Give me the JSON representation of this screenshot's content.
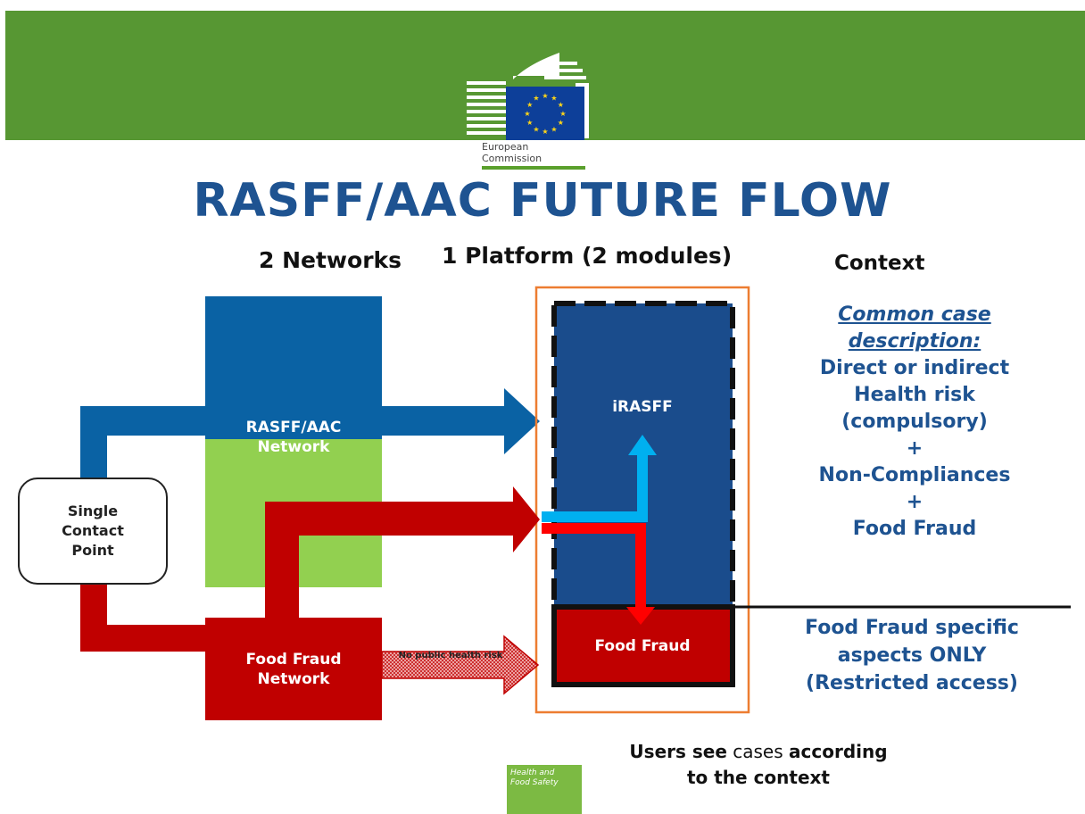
{
  "header": {
    "org_line1": "European",
    "org_line2": "Commission",
    "colors": {
      "banner": "#579733",
      "flag": "#0d3f99",
      "stars": "#ffd617"
    }
  },
  "title": "RASFF/AAC FUTURE FLOW",
  "columns": {
    "networks": "2 Networks",
    "platform": "1 Platform (2 modules)",
    "context": "Context"
  },
  "diagram": {
    "single_contact_point": [
      "Single",
      "Contact",
      "Point"
    ],
    "rasff_network": [
      "RASFF/AAC",
      "Network"
    ],
    "food_fraud_network": [
      "Food Fraud",
      "Network"
    ],
    "no_public_health_risk": "No public health risk",
    "module_irasff": "iRASFF",
    "module_food_fraud": "Food Fraud",
    "colors": {
      "rasff_blue": "#0a62a4",
      "network_green": "#92d050",
      "fraud_red": "#c00000",
      "module_blue": "#1a4c8c",
      "light_blue": "#00b0f0",
      "platform_border": "#ed7d31"
    }
  },
  "context": {
    "common_title": "Common case description:",
    "lines": [
      "Direct or indirect",
      "Health risk",
      "(compulsory)",
      "+",
      "Non-Compliances",
      "+",
      "Food Fraud"
    ],
    "ff_lines": [
      "Food Fraud specific",
      "aspects ONLY",
      "(Restricted access)"
    ]
  },
  "footer": {
    "users_b1": "Users see",
    "users_t1": " cases ",
    "users_b2": "according",
    "users_line2": "to the context",
    "badge_line1": "Health and",
    "badge_line2": "Food Safety"
  }
}
